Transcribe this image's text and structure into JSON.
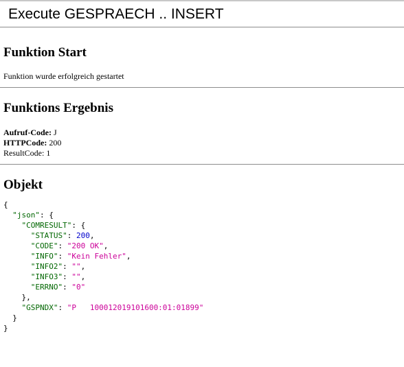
{
  "header": {
    "title": "Execute GESPRAECH .. INSERT"
  },
  "start": {
    "heading": "Funktion Start",
    "message": "Funktion wurde erfolgreich gestartet"
  },
  "result": {
    "heading": "Funktions Ergebnis",
    "aufruf_label": "Aufruf-Code:",
    "aufruf_value": " J",
    "http_label": "HTTPCode:",
    "http_value": " 200",
    "resultcode_text": "ResultCode: 1"
  },
  "object": {
    "heading": "Objekt",
    "json": {
      "open": "{",
      "json_key": "\"json\"",
      "comresult_key": "\"COMRESULT\"",
      "status_key": "\"STATUS\"",
      "status_value": "200",
      "code_key": "\"CODE\"",
      "code_value": "\"200 OK\"",
      "info_key": "\"INFO\"",
      "info_value": "\"Kein Fehler\"",
      "info2_key": "\"INFO2\"",
      "info2_value": "\"\"",
      "info3_key": "\"INFO3\"",
      "info3_value": "\"\"",
      "errno_key": "\"ERRNO\"",
      "errno_value": "\"0\"",
      "gspndx_key": "\"GSPNDX\"",
      "gspndx_value": "\"P   100012019101600:01:01899\"",
      "close": "}"
    }
  }
}
